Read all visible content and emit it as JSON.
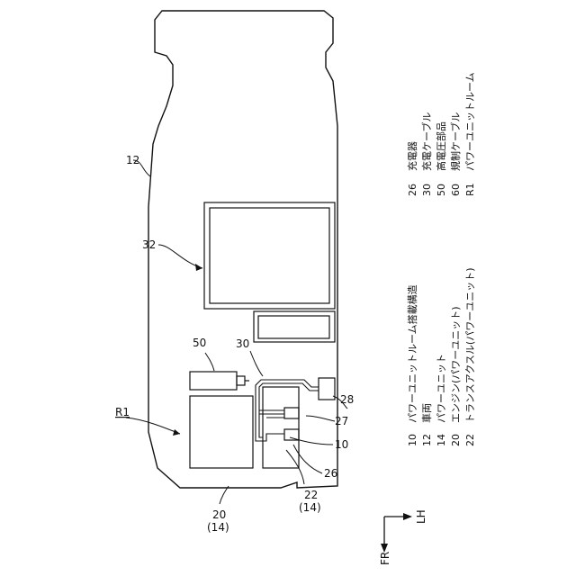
{
  "labels": {
    "n12": "12",
    "n32": "32",
    "n50": "50",
    "n30": "30",
    "n28": "28",
    "n27": "27",
    "n10": "10",
    "n26": "26",
    "n22": "22",
    "n22sub": "(14)",
    "n20": "20",
    "n20sub": "(14)",
    "r1": "R1"
  },
  "arrows": {
    "fr": "FR",
    "lh": "LH"
  },
  "legend_left": [
    {
      "num": "10",
      "text": "パワーユニットルーム搭載構造"
    },
    {
      "num": "12",
      "text": "車両"
    },
    {
      "num": "14",
      "text": "パワーユニット"
    },
    {
      "num": "20",
      "text": "エンジン(パワーユニット)"
    },
    {
      "num": "22",
      "text": "トランスアクスル(パワーユニット)"
    }
  ],
  "legend_right": [
    {
      "num": "26",
      "text": "充電器"
    },
    {
      "num": "30",
      "text": "充電ケーブル"
    },
    {
      "num": "50",
      "text": "高電圧部品"
    },
    {
      "num": "60",
      "text": "規制ケーブル"
    },
    {
      "num": "R1",
      "text": "パワーユニットルーム"
    }
  ]
}
